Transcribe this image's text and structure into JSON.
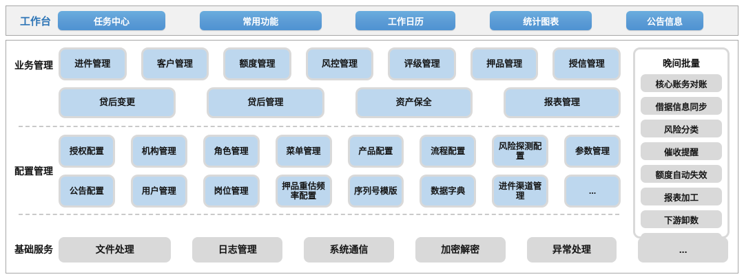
{
  "header": {
    "label": "工作台",
    "buttons": [
      "任务中心",
      "常用功能",
      "工作日历",
      "统计图表",
      "公告信息"
    ]
  },
  "sections": {
    "business": {
      "label": "业务管理",
      "row1": [
        "进件管理",
        "客户管理",
        "额度管理",
        "风控管理",
        "评级管理",
        "押品管理",
        "授信管理"
      ],
      "row2": [
        "贷后变更",
        "贷后管理",
        "资产保全",
        "报表管理"
      ]
    },
    "config": {
      "label": "配置管理",
      "row1": [
        "授权配置",
        "机构管理",
        "角色管理",
        "菜单管理",
        "产品配置",
        "流程配置",
        "风险探测配置",
        "参数管理"
      ],
      "row2": [
        "公告配置",
        "用户管理",
        "岗位管理",
        "押品重估频率配置",
        "序列号模版",
        "数据字典",
        "进件渠道管理",
        "..."
      ]
    },
    "base": {
      "label": "基础服务",
      "items": [
        "文件处理",
        "日志管理",
        "系统通信",
        "加密解密",
        "异常处理",
        "..."
      ]
    }
  },
  "sidebar": {
    "title": "晚间批量",
    "items": [
      "核心账务对账",
      "借据信息同步",
      "风险分类",
      "催收提醒",
      "额度自动失效",
      "报表加工",
      "下游卸数",
      "..."
    ]
  },
  "colors": {
    "accent_blue": "#5B9BD5",
    "tile_blue": "#BDD7EE",
    "tile_border_grey": "#D9D9D9",
    "grey_tile": "#D9D9D9",
    "workbench_label_blue": "#2E75B6",
    "panel_border": "#A6A6A6",
    "topbar_background": "#F1F1F1"
  }
}
